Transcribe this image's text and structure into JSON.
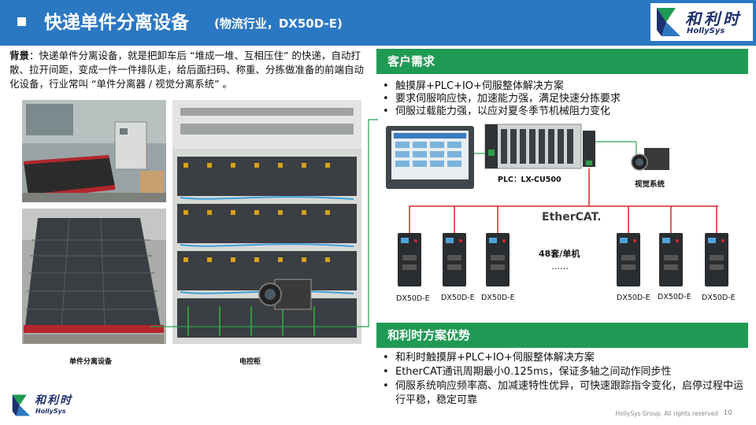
{
  "header": {
    "title": "快递单件分离设备",
    "subtitle": "(物流行业，DX50D-E)"
  },
  "logo": {
    "cn": "和利时",
    "en": "HollySys"
  },
  "background": {
    "label": "背景",
    "text": "：快递单件分离设备，就是把卸车后 “堆成一堆、互相压住” 的快递，自动打散、拉开间距，变成一件一件排队走，给后面扫码、称重、分拣做准备的前端自动化设备，行业常叫 “单件分离器 / 视觉分离系统” 。"
  },
  "photos": {
    "machine_caption": "单件分离设备",
    "cabinet_caption": "电控柜"
  },
  "requirements": {
    "title": "客户需求",
    "items": [
      "触摸屏+PLC+IO+伺服整体解决方案",
      "要求伺服响应快，加速能力强，满足快速分拣要求",
      "伺服过载能力强，以应对夏冬季节机械阻力变化"
    ]
  },
  "diagram": {
    "plc_label": "PLC：LX-CU500",
    "vision_label": "视觉系统",
    "ethercat_label": "EtherCAT.",
    "count_label": "48套/单机",
    "ellipsis": "……",
    "left_drives": [
      "DX50D-E",
      "DX50D-E",
      "DX50D-E"
    ],
    "right_drives": [
      "DX50D-E",
      "DX50D-E",
      "DX50D-E"
    ]
  },
  "advantages": {
    "title": "和利时方案优势",
    "items": [
      "和利时触摸屏+PLC+IO+伺服整体解决方案",
      "EtherCAT通讯周期最小0.125ms，保证多轴之间动作同步性",
      "伺服系统响应频率高、加减速特性优异，可快速跟踪指令变化，启停过程中运行平稳，稳定可靠"
    ]
  },
  "footer": {
    "copyright": "HollySys Group. All rights reserved",
    "page": "10"
  },
  "colors": {
    "header_blue": "#2b78c2",
    "section_green": "#1f9a54",
    "network_red": "#d4262c"
  }
}
